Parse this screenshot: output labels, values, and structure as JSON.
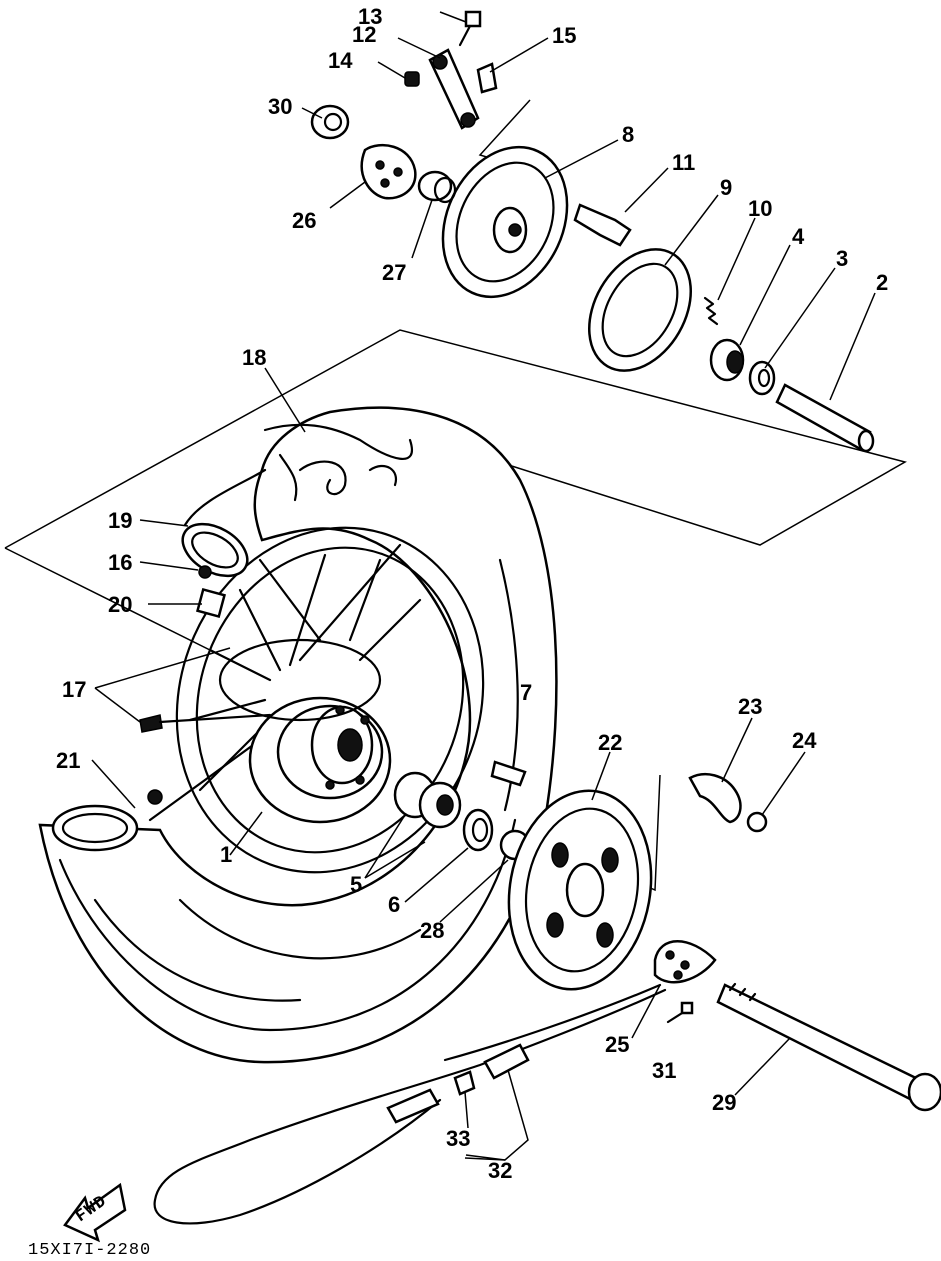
{
  "diagram": {
    "reference_code": "15XI7I-2280",
    "direction_label": "FWD",
    "callouts": [
      {
        "id": "c1",
        "label": "1"
      },
      {
        "id": "c2",
        "label": "2"
      },
      {
        "id": "c3",
        "label": "3"
      },
      {
        "id": "c4",
        "label": "4"
      },
      {
        "id": "c5",
        "label": "5"
      },
      {
        "id": "c6",
        "label": "6"
      },
      {
        "id": "c7",
        "label": "7"
      },
      {
        "id": "c8",
        "label": "8"
      },
      {
        "id": "c9",
        "label": "9"
      },
      {
        "id": "c10",
        "label": "10"
      },
      {
        "id": "c11",
        "label": "11"
      },
      {
        "id": "c12",
        "label": "12"
      },
      {
        "id": "c13",
        "label": "13"
      },
      {
        "id": "c14",
        "label": "14"
      },
      {
        "id": "c15",
        "label": "15"
      },
      {
        "id": "c16",
        "label": "16"
      },
      {
        "id": "c17",
        "label": "17"
      },
      {
        "id": "c18",
        "label": "18"
      },
      {
        "id": "c19",
        "label": "19"
      },
      {
        "id": "c20",
        "label": "20"
      },
      {
        "id": "c21",
        "label": "21"
      },
      {
        "id": "c22",
        "label": "22"
      },
      {
        "id": "c23",
        "label": "23"
      },
      {
        "id": "c24",
        "label": "24"
      },
      {
        "id": "c25",
        "label": "25"
      },
      {
        "id": "c26",
        "label": "26"
      },
      {
        "id": "c27",
        "label": "27"
      },
      {
        "id": "c28",
        "label": "28"
      },
      {
        "id": "c29",
        "label": "29"
      },
      {
        "id": "c30",
        "label": "30"
      },
      {
        "id": "c31",
        "label": "31"
      },
      {
        "id": "c32",
        "label": "32"
      },
      {
        "id": "c33",
        "label": "33"
      }
    ]
  }
}
